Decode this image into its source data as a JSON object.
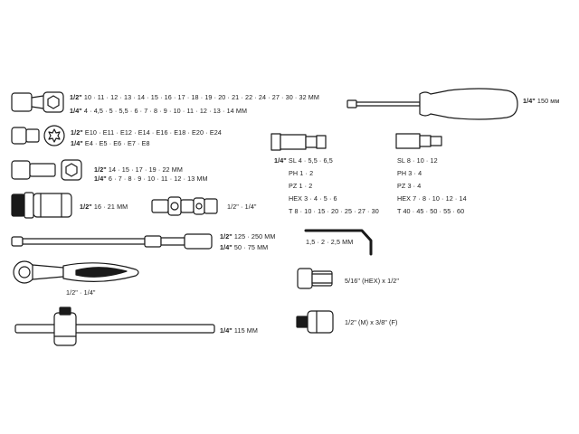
{
  "colors": {
    "line": "#1a1a1a",
    "fill": "#ffffff",
    "grip": "#1a1a1a"
  },
  "sockets_12": {
    "size": "1/2\"",
    "list": "10 · 11 · 12 · 13 · 14 · 15 · 16 · 17 · 18 · 19 · 20 · 21 · 22 · 24 · 27 · 30 · 32 MM"
  },
  "sockets_14": {
    "size": "1/4\"",
    "list": "4 · 4,5 · 5 · 5,5 · 6 · 7 · 8 · 9 · 10 · 11 · 12 · 13 · 14 MM"
  },
  "torx_12": {
    "size": "1/2\"",
    "list": "E10 · E11 · E12 · E14 · E16 · E18 · E20 · E24"
  },
  "torx_14": {
    "size": "1/4\"",
    "list": "E4 · E5 · E6 · E7 · E8"
  },
  "deep_12": {
    "size": "1/2\"",
    "list": "14 · 15 · 17 · 19 · 22 MM"
  },
  "deep_14": {
    "size": "1/4\"",
    "list": "6 · 7 · 8 · 9 · 10 · 11 · 12 · 13 MM"
  },
  "spark": {
    "size": "1/2\"",
    "list": "16 · 21 MM"
  },
  "ujoint": {
    "label": "1/2\" · 1/4\""
  },
  "ext_12": {
    "size": "1/2\"",
    "list": "125 · 250 MM"
  },
  "ext_14": {
    "size": "1/4\"",
    "list": "50 · 75 MM"
  },
  "ratchet": {
    "label": "1/2\" · 1/4\""
  },
  "tbar": {
    "size": "1/4\"",
    "list": "115 MM"
  },
  "driver": {
    "size": "1/4\"",
    "list": "150 мм"
  },
  "bits_left": {
    "size": "1/4\"",
    "first": "SL 4 · 5,5 · 6,5",
    "rows": [
      "PH 1 · 2",
      "PZ 1 · 2",
      "HEX 3 · 4 · 5 · 6",
      "T 8 · 10 · 15 · 20 · 25 · 27 · 30"
    ]
  },
  "bits_right": {
    "rows": [
      "SL 8 · 10 · 12",
      "PH 3 · 4",
      "PZ 3 · 4",
      "HEX 7 · 8 · 10 · 12 · 14",
      "T 40 · 45 · 50 · 55 · 60"
    ]
  },
  "hex_keys": {
    "label": "1,5 · 2 · 2,5 MM"
  },
  "adapter_hex": {
    "label": "5/16\" (HEX) x 1/2\""
  },
  "adapter_reduce": {
    "label": "1/2\" (M) x 3/8\" (F)"
  }
}
